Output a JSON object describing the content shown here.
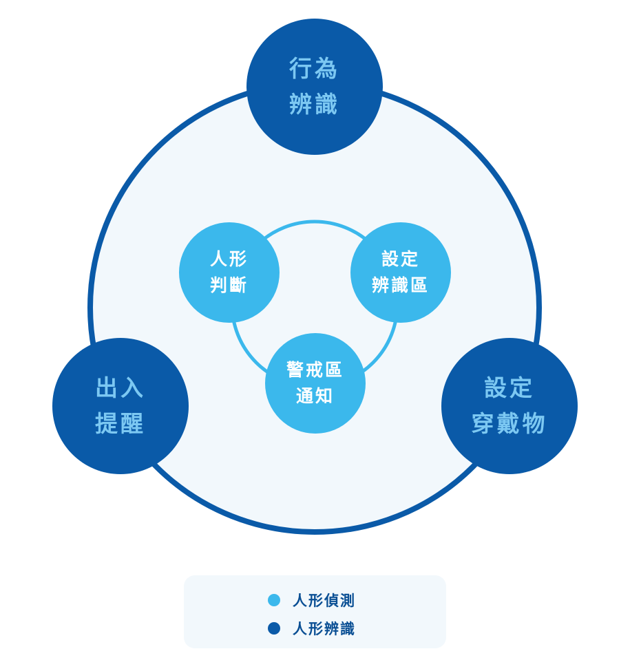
{
  "outer_nodes": [
    {
      "line1": "行為",
      "line2": "辨識"
    },
    {
      "line1": "出入",
      "line2": "提醒"
    },
    {
      "line1": "設定",
      "line2": "穿戴物"
    }
  ],
  "inner_nodes": [
    {
      "line1": "人形",
      "line2": "判斷"
    },
    {
      "line1": "設定",
      "line2": "辨識區"
    },
    {
      "line1": "警戒區",
      "line2": "通知"
    }
  ],
  "legend": [
    {
      "label": "人形偵測",
      "color": "#3bb8ec"
    },
    {
      "label": "人形辨識",
      "color": "#0a5aa8"
    }
  ],
  "colors": {
    "outer_ring": "#0a5aa8",
    "outer_fill": "#f2f8fc",
    "inner_ring": "#3bb8ec",
    "outer_node": "#0a5aa8",
    "outer_node_text": "#7cc8f2",
    "inner_node": "#3bb8ec",
    "inner_node_text": "#ffffff"
  }
}
